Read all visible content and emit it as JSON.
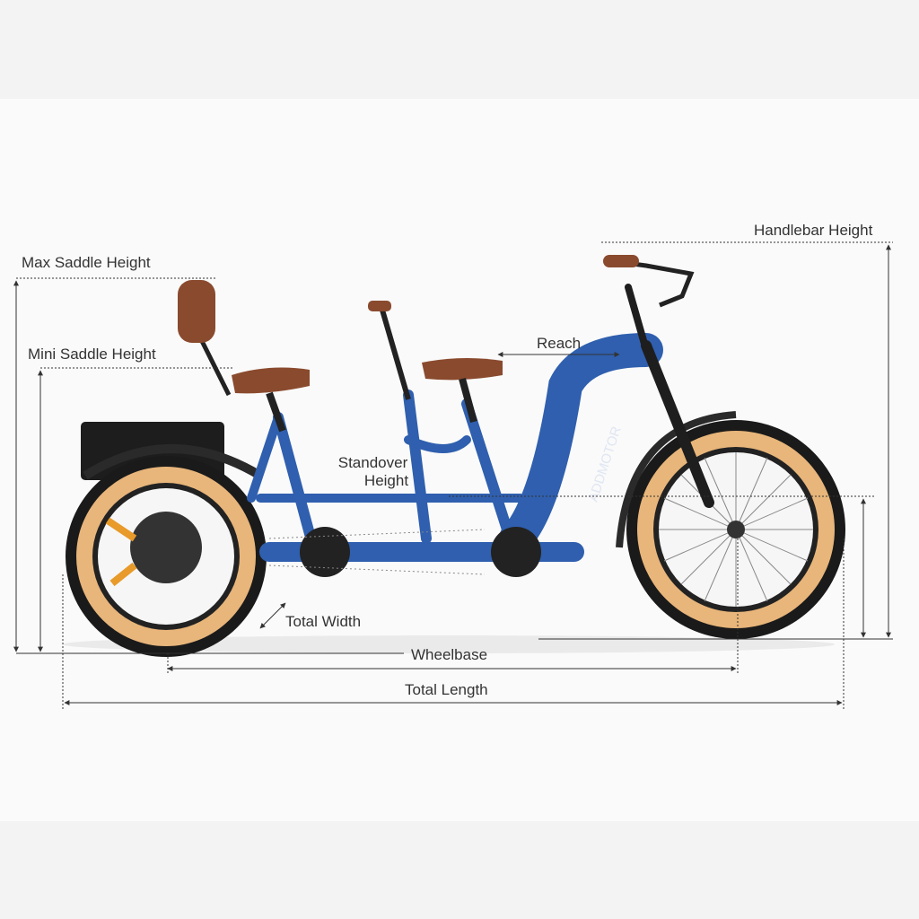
{
  "labels": {
    "max_saddle_height": "Max Saddle Height",
    "mini_saddle_height": "Mini Saddle Height",
    "handlebar_height": "Handlebar Height",
    "reach": "Reach",
    "standover_line1": "Standover",
    "standover_line2": "Height",
    "total_width": "Total Width",
    "wheelbase": "Wheelbase",
    "total_length": "Total Length"
  },
  "brand": "ADDMOTOR",
  "colors": {
    "frame": "#2f5fae",
    "tire_wall": "#e8b57a",
    "saddle": "#8a4a2e",
    "line": "#333333"
  }
}
